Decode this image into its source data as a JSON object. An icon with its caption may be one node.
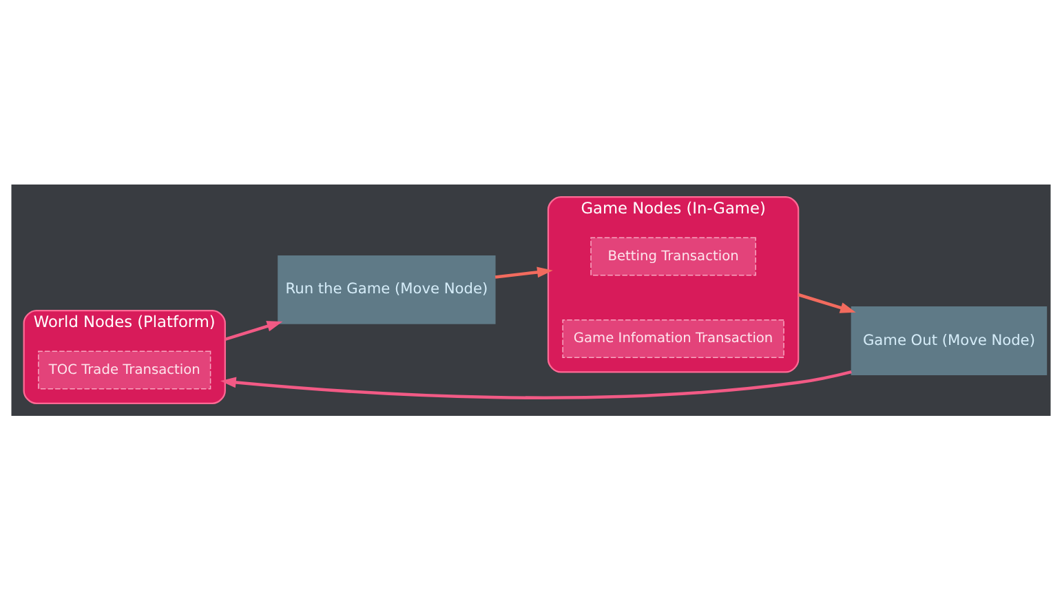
{
  "diagram": {
    "nodes": [
      {
        "text": [
          "World Nodes (Platform)"
        ]
      },
      {
        "text": [
          "TOC Trade Transaction"
        ],
        "in": 0
      },
      {
        "text": [
          "Run the Game (Move Node)"
        ]
      },
      {
        "text": [
          "Game Out (Move Node)"
        ]
      },
      {
        "text": [
          "Game Nodes (In-Game)"
        ]
      },
      {
        "text": [
          "Betting Transaction"
        ],
        "in": 4
      },
      {
        "text": [
          "Game Infomation Transaction"
        ],
        "in": 4
      }
    ],
    "edges": [
      {
        "from": 0,
        "to": 2,
        "arrow": "to",
        "color": "#f25a85"
      },
      {
        "from": 2,
        "to": 4,
        "arrow": "to",
        "color": "#f26b5e"
      },
      {
        "from": 4,
        "to": 3,
        "arrow": "to",
        "color": "#f26b5e"
      },
      {
        "from": 3,
        "to": 0,
        "arrow": "to",
        "color": "#f25a85"
      }
    ]
  }
}
